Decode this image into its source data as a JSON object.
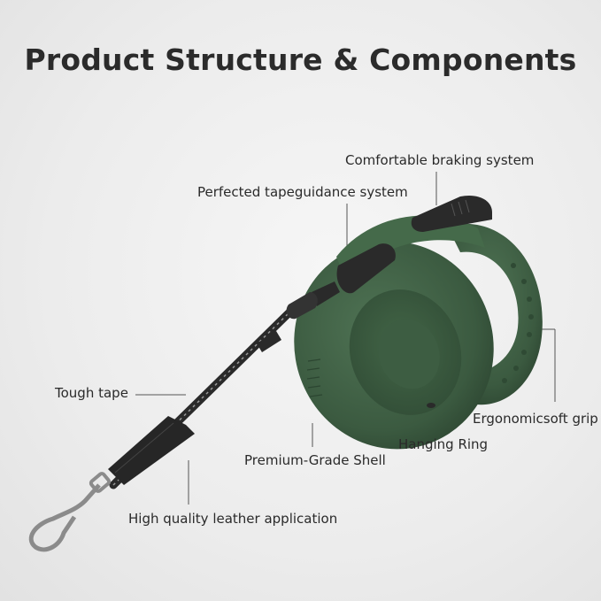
{
  "title": "Product Structure & Components",
  "labels": {
    "braking": "Comfortable braking system",
    "tapeguidance": "Perfected tapeguidance system",
    "tape": "Tough tape",
    "grip": "Ergonomicsoft grip",
    "ring": "Hanging Ring",
    "shell": "Premium-Grade Shell",
    "leather": "High quality leather application"
  },
  "colors": {
    "body": "#3e5f43",
    "body_dark": "#2c4631",
    "black_parts": "#2a2a2a",
    "text": "#2a2a2a"
  }
}
